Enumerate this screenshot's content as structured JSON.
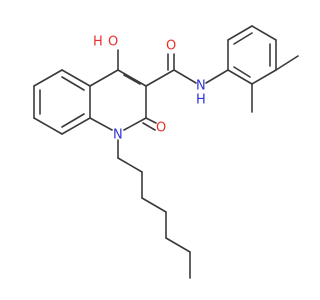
{
  "atoms": {
    "hydroxyl_oxygen": "O",
    "hydroxyl_hydrogen": "H",
    "carbonyl_oxygen_amide": "O",
    "amide_nitrogen": "N",
    "amide_hydrogen": "H",
    "ring_nitrogen": "N",
    "carbonyl_oxygen_ring": "O"
  },
  "colors": {
    "bond": "#3a3a3a",
    "oxygen": "#e8302a",
    "nitrogen": "#2f33d6",
    "background": "#ffffff"
  }
}
